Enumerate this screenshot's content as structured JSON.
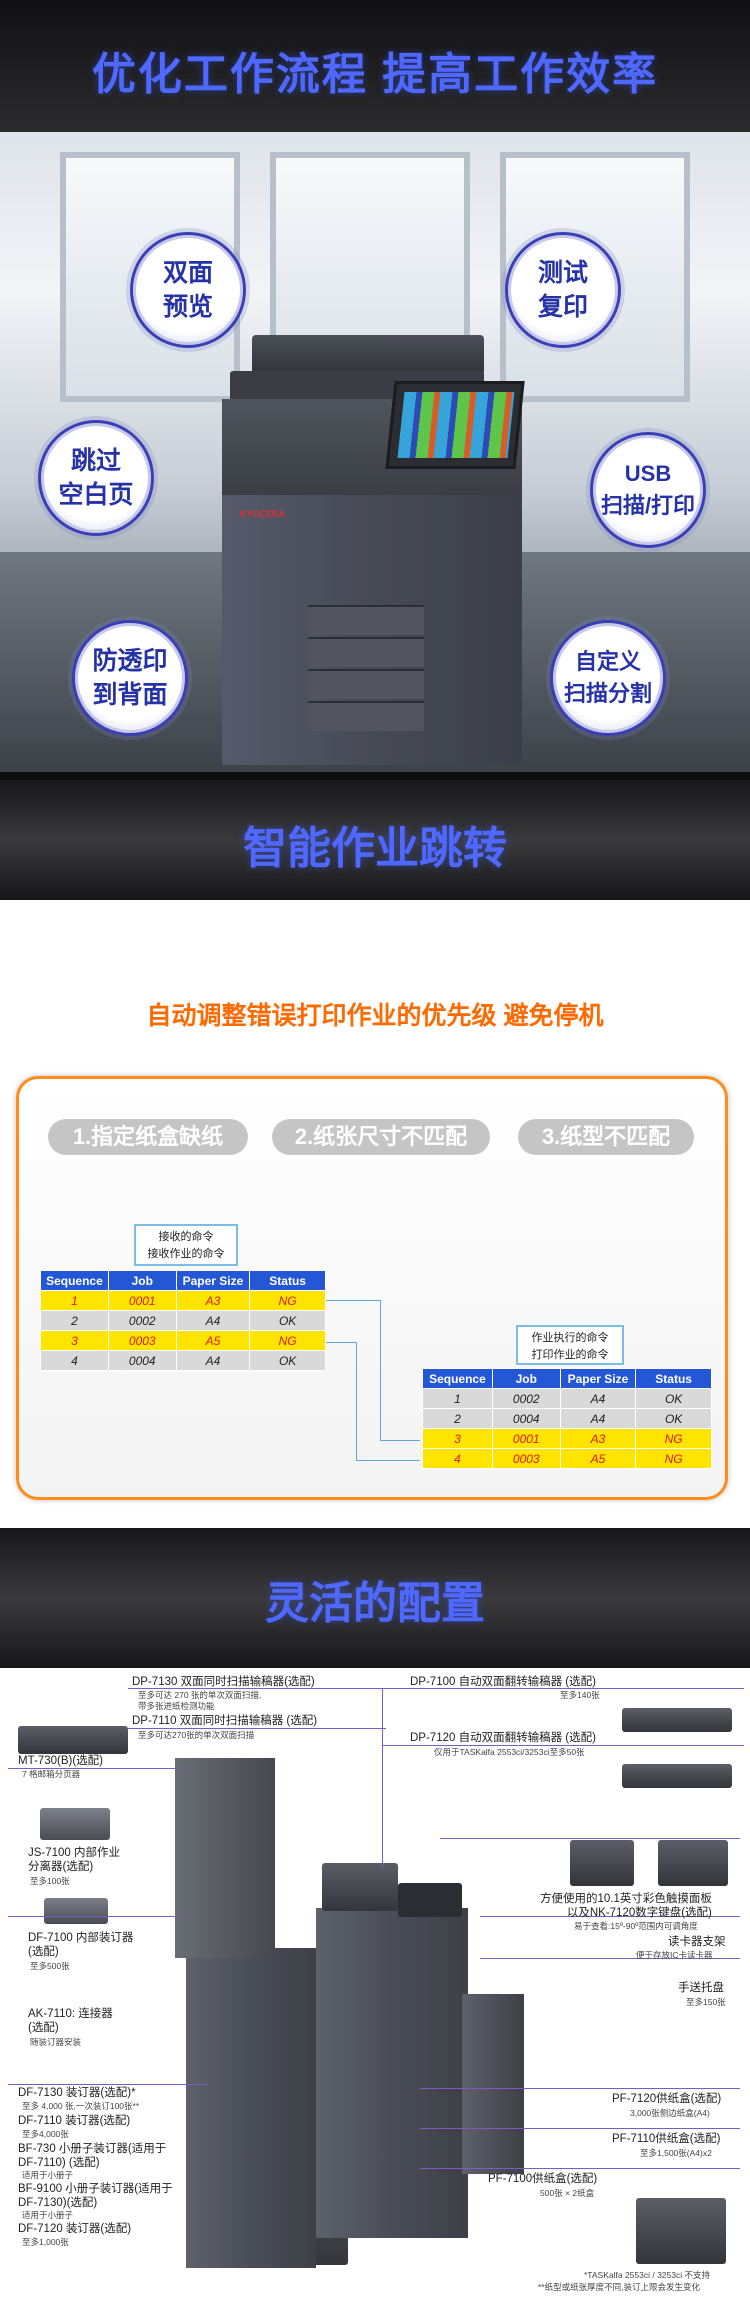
{
  "hero": {
    "title": "优化工作流程 提高工作效率",
    "features": [
      "双面\n预览",
      "测试\n复印",
      "跳过\n空白页",
      "USB\n扫描/打印",
      "防透印\n到背面",
      "自定义\n扫描分割"
    ],
    "printer_brand": "KYOCERA"
  },
  "section2": {
    "title": "智能作业跳转",
    "subtitle": "自动调整错误打印作业的优先级 避免停机",
    "pills": [
      "1.指定纸盒缺纸",
      "2.纸张尺寸不匹配",
      "3.纸型不匹配"
    ],
    "received_box": [
      "接收的命令",
      "接收作业的命令"
    ],
    "executed_box": [
      "作业执行的命令",
      "打印作业的命令"
    ],
    "columns": [
      "Sequence",
      "Job",
      "Paper Size",
      "Status"
    ],
    "received_rows": [
      [
        "1",
        "0001",
        "A3",
        "NG"
      ],
      [
        "2",
        "0002",
        "A4",
        "OK"
      ],
      [
        "3",
        "0003",
        "A5",
        "NG"
      ],
      [
        "4",
        "0004",
        "A4",
        "OK"
      ]
    ],
    "executed_rows": [
      [
        "1",
        "0002",
        "A4",
        "OK"
      ],
      [
        "2",
        "0004",
        "A4",
        "OK"
      ],
      [
        "3",
        "0001",
        "A3",
        "NG"
      ],
      [
        "4",
        "0003",
        "A5",
        "NG"
      ]
    ]
  },
  "section3": {
    "title": "灵活的配置",
    "labels": {
      "dp7130": "DP-7130 双面同时扫描输稿器(选配)",
      "dp7130_note": "至多可达 270 张的单次双面扫描,\n带多张进纸检测功能",
      "dp7110": "DP-7110 双面同时扫描输稿器 (选配)",
      "dp7110_note": "至多可达270张的单次双面扫描",
      "dp7100": "DP-7100 自动双面翻转输稿器 (选配)",
      "dp7100_note": "至多140张",
      "dp7120": "DP-7120 自动双面翻转输稿器 (选配)",
      "dp7120_note": "仅用于TASKalfa 2553ci/3253ci至多50张",
      "mt730": "MT-730(B)(选配)",
      "mt730_note": "7 格邮箱分页器",
      "js7100": "JS-7100 内部作业\n分离器(选配)",
      "js7100_note": "至多100张",
      "df7100": "DF-7100 内部装订器\n(选配)",
      "df7100_note": "至多500张",
      "ak7110": "AK-7110: 连接器\n(选配)",
      "ak7110_note": "随装订器安装",
      "panel": "方便使用的10.1英寸彩色触摸面板\n以及NK-7120数字键盘(选配)",
      "panel_note": "易于查看:15º-90º范围内可调角度",
      "card": "读卡器支架",
      "card_note": "便于存放IC卡读卡器",
      "bypass": "手送托盘",
      "bypass_note": "至多150张",
      "df7130": "DF-7130 装订器(选配)*",
      "df7130_note": "至多 4,000 张,一次装订100张**",
      "df7110": "DF-7110 装订器(选配)",
      "df7110_note": "至多4,000张",
      "bf730": "BF-730 小册子装订器(适用于\nDF-7110) (选配)",
      "bf730_note": "适用于小册子",
      "bf9100": "BF-9100 小册子装订器(适用于\nDF-7130)(选配)",
      "bf9100_note": "适用于小册子",
      "df7120": "DF-7120 装订器(选配)",
      "df7120_note": "至多1,000张",
      "pf7120": "PF-7120供纸盒(选配)",
      "pf7120_note": "3,000张侧边纸盒(A4)",
      "pf7110": "PF-7110供纸盒(选配)",
      "pf7110_note": "至多1,500张(A4)x2",
      "pf7100": "PF-7100供纸盒(选配)",
      "pf7100_note": "500张 × 2纸盒",
      "footnote1": "*TASKalfa 2553ci / 3253ci 不支持",
      "footnote2": "**纸型或纸张厚度不同,装订上限会发生变化"
    }
  }
}
